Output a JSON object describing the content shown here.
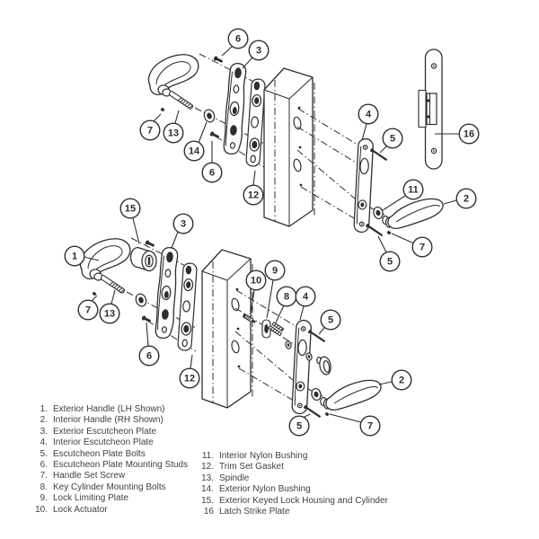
{
  "figure": {
    "type": "exploded-parts-diagram",
    "subject": "Door handle set and mortise lock hardware, exploded views (upper: non-keyed assembly with latch strike plate; lower: keyed assembly)",
    "background_color": "#ffffff",
    "line_color": "#2e2e2e",
    "text_color": "#3f3f3f"
  },
  "callouts": {
    "upper": [
      "6",
      "3",
      "7",
      "13",
      "14",
      "6",
      "12",
      "4",
      "5",
      "16",
      "11",
      "2",
      "7",
      "5"
    ],
    "lower": [
      "15",
      "1",
      "3",
      "7",
      "13",
      "6",
      "12",
      "10",
      "9",
      "8",
      "4",
      "5",
      "2",
      "7",
      "5"
    ]
  },
  "parts_list": {
    "left": [
      {
        "num": "1.",
        "label": "Exterior Handle (LH Shown)"
      },
      {
        "num": "2.",
        "label": "Interior Handle (RH Shown)"
      },
      {
        "num": "3.",
        "label": "Exterior Escutcheon Plate"
      },
      {
        "num": "4.",
        "label": "Interior Escutcheon Plate"
      },
      {
        "num": "5.",
        "label": "Escutcheon Plate Bolts"
      },
      {
        "num": "6.",
        "label": "Escutcheon Plate Mounting Studs"
      },
      {
        "num": "7.",
        "label": "Handle Set Screw"
      },
      {
        "num": "8.",
        "label": "Key Cylinder Mounting Bolts"
      },
      {
        "num": "9.",
        "label": "Lock Limiting Plate"
      },
      {
        "num": "10.",
        "label": "Lock Actuator"
      }
    ],
    "right": [
      {
        "num": "11.",
        "label": "Interior Nylon Bushing"
      },
      {
        "num": "12.",
        "label": "Trim Set Gasket"
      },
      {
        "num": "13.",
        "label": "Spindle"
      },
      {
        "num": "14.",
        "label": "Exterior Nylon Bushing"
      },
      {
        "num": "15.",
        "label": "Exterior Keyed Lock Housing and Cylinder"
      },
      {
        "num": "16",
        "label": "Latch Strike Plate"
      }
    ]
  }
}
